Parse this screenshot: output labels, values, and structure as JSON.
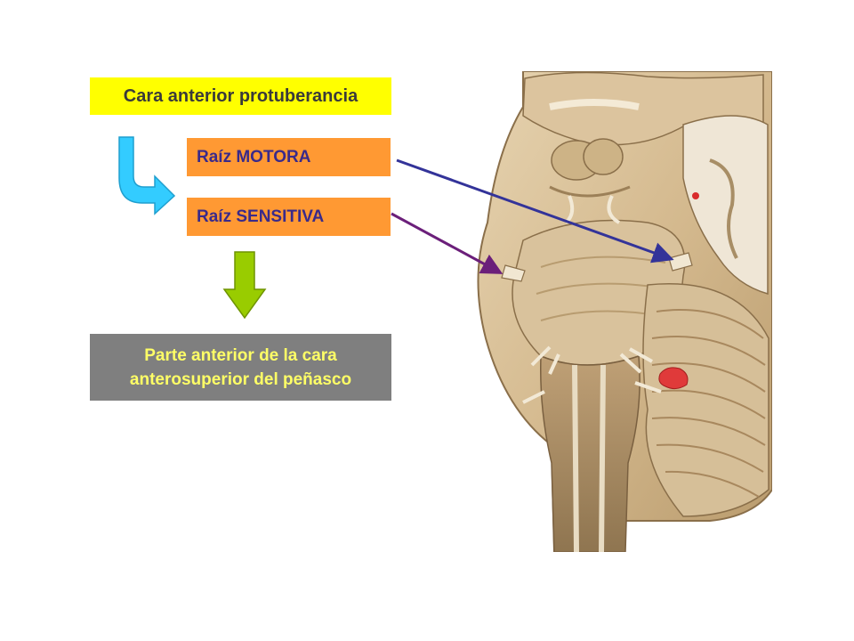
{
  "title": "Cara anterior protuberancia",
  "roots": {
    "motor": "Raíz MOTORA",
    "sensory": "Raíz SENSITIVA"
  },
  "result": {
    "line1": "Parte anterior de la cara",
    "line2": "anterosuperior del peñasco"
  },
  "colors": {
    "title_bg": "#ffff00",
    "title_text": "#3a3a3a",
    "root_bg": "#ff9933",
    "root_text": "#3a2a8a",
    "result_bg": "#7f7f7f",
    "result_text": "#ffff66",
    "motor_arrow": "#333399",
    "sensory_arrow": "#6b1f7a",
    "curve_arrow": "#33ccff",
    "down_arrow": "#99cc00"
  }
}
